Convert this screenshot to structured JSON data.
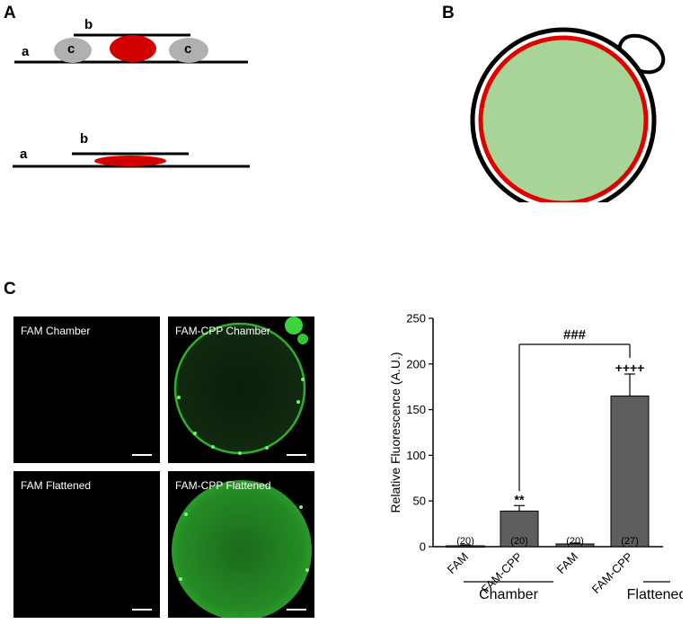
{
  "panel_a": {
    "letter": "A",
    "label_a": "a",
    "label_b": "b",
    "label_c": "c"
  },
  "panel_b": {
    "letter": "B"
  },
  "panel_c": {
    "letter": "C",
    "images": [
      {
        "label": "FAM Chamber"
      },
      {
        "label": "FAM-CPP Chamber"
      },
      {
        "label": "FAM Flattened"
      },
      {
        "label": "FAM-CPP Flattened"
      }
    ]
  },
  "colors": {
    "membrane_red": "#d40000",
    "cell_green": "#a8d597",
    "spacer_gray": "#b0b0b0",
    "bar_gray": "#5e5e5e",
    "fluorescence_green": "#1f8a1f"
  },
  "chart_data": {
    "type": "bar",
    "categories": [
      "FAM",
      "FAM-CPP",
      "FAM",
      "FAM-CPP"
    ],
    "groups": [
      {
        "label": "Chamber",
        "categories": [
          "FAM",
          "FAM-CPP"
        ]
      },
      {
        "label": "Flattened",
        "categories": [
          "FAM",
          "FAM-CPP"
        ]
      }
    ],
    "values": [
      1,
      39,
      3,
      165
    ],
    "errors": [
      1,
      6,
      1,
      24
    ],
    "n_labels": [
      "(20)",
      "(20)",
      "(20)",
      "(27)"
    ],
    "significance_marks": [
      "",
      "**",
      "",
      "++++"
    ],
    "bracket_label": "###",
    "ylabel": "Relative Fluorescence (A.U.)",
    "xlabel": "",
    "ylim": [
      0,
      250
    ],
    "yticks": [
      "0",
      "50",
      "100",
      "150",
      "200",
      "250"
    ],
    "grid": false
  }
}
